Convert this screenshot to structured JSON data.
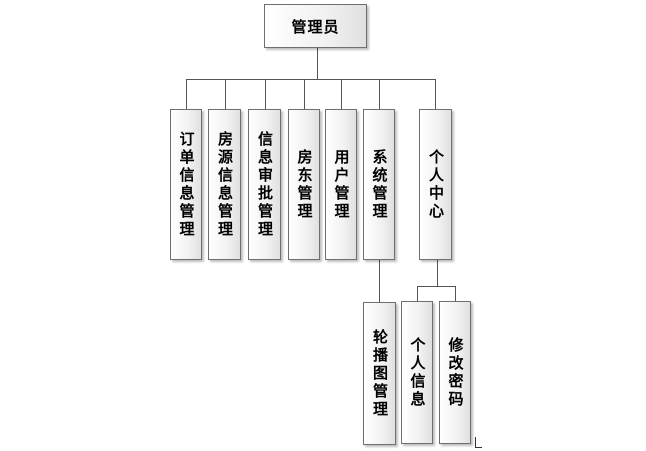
{
  "root": {
    "label": "管理员"
  },
  "modules": [
    {
      "label": "订单信息管理"
    },
    {
      "label": "房源信息管理"
    },
    {
      "label": "信息审批管理"
    },
    {
      "label": "房东管理"
    },
    {
      "label": "用户管理"
    },
    {
      "label": "系统管理"
    },
    {
      "label": "个人中心"
    }
  ],
  "system_children": [
    {
      "label": "轮播图管理"
    }
  ],
  "personal_children": [
    {
      "label": "个人信息"
    },
    {
      "label": "修改密码"
    }
  ]
}
